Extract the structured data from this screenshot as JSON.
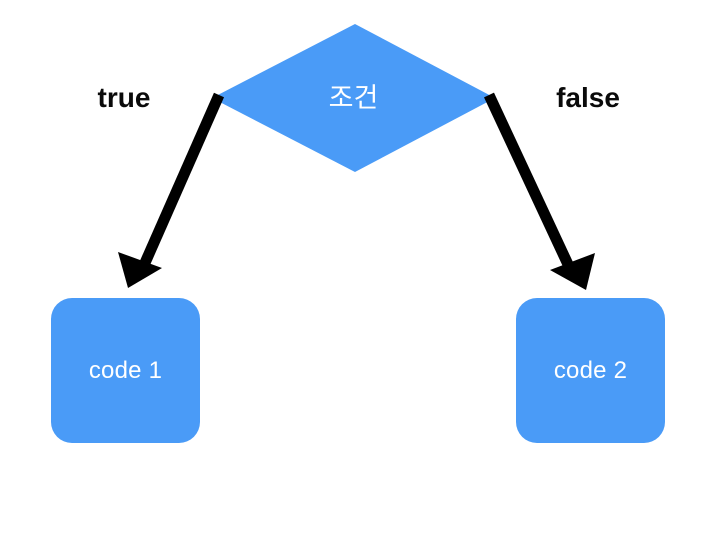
{
  "diagram": {
    "type": "flowchart",
    "background_color": "#ffffff",
    "accent_color": "#4A9BF7",
    "line_color": "#000000",
    "condition": {
      "label": "조건",
      "shape": "diamond",
      "text_color": "#ffffff"
    },
    "branches": [
      {
        "label": "true",
        "direction": "left",
        "text_color": "#000000",
        "target": "code 1"
      },
      {
        "label": "false",
        "direction": "right",
        "text_color": "#000000",
        "target": "code 2"
      }
    ],
    "nodes": [
      {
        "label": "code 1",
        "shape": "rounded-rectangle",
        "fill_color": "#4A9BF7",
        "text_color": "#ffffff"
      },
      {
        "label": "code 2",
        "shape": "rounded-rectangle",
        "fill_color": "#4A9BF7",
        "text_color": "#ffffff"
      }
    ]
  }
}
